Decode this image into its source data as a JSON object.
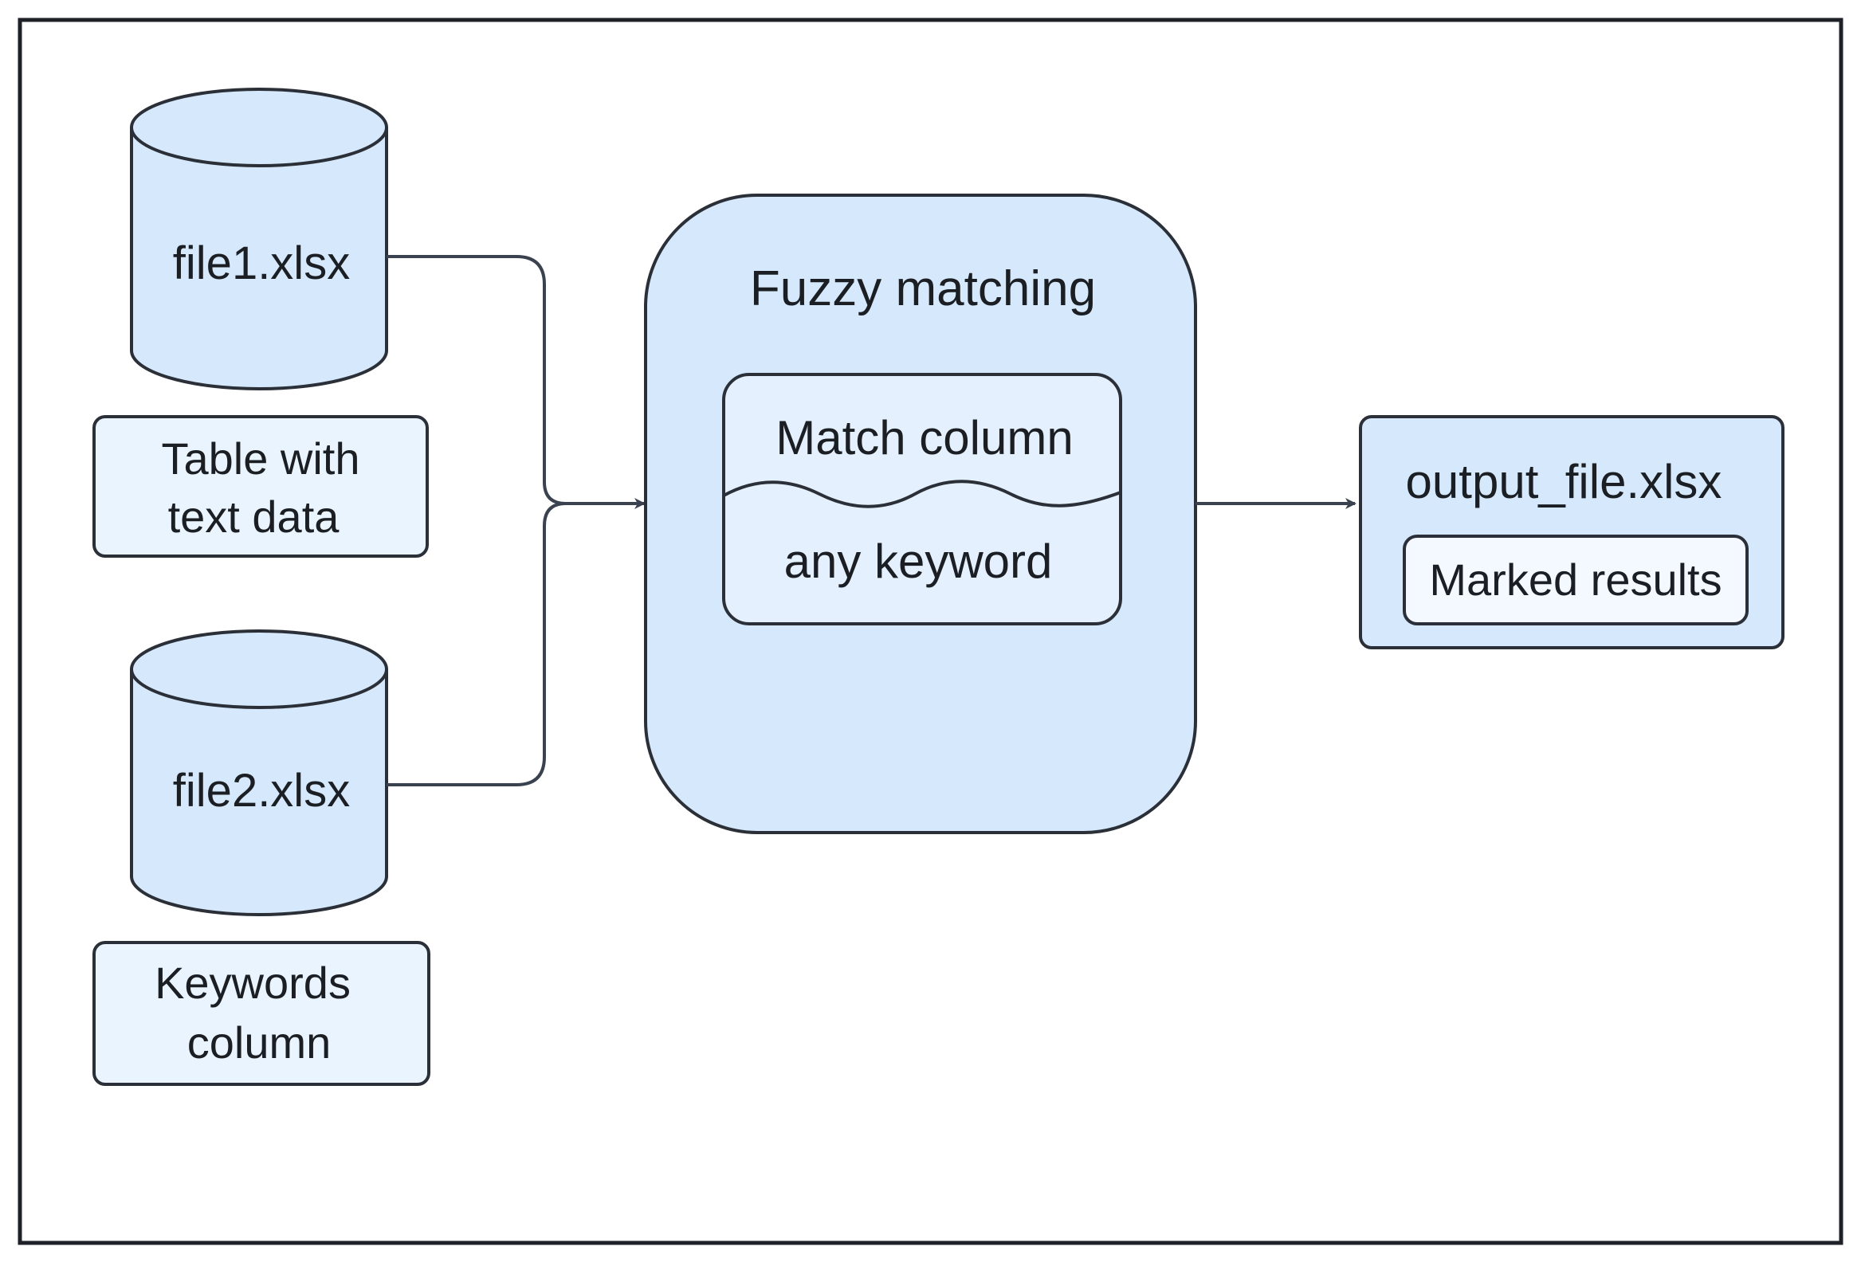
{
  "inputs": [
    {
      "file": "file1.xlsx",
      "note_line1": "Table with",
      "note_line2": "text data"
    },
    {
      "file": "file2.xlsx",
      "note_line1": "Keywords",
      "note_line2": "column"
    }
  ],
  "process": {
    "title": "Fuzzy matching",
    "top_label": "Match column",
    "bottom_label": "any keyword"
  },
  "output": {
    "file": "output_file.xlsx",
    "result": "Marked results"
  },
  "colors": {
    "fill_main": "#d6e8fb",
    "fill_light": "#eaf4fe",
    "stroke": "#2b3038",
    "arrow": "#3a4250"
  }
}
